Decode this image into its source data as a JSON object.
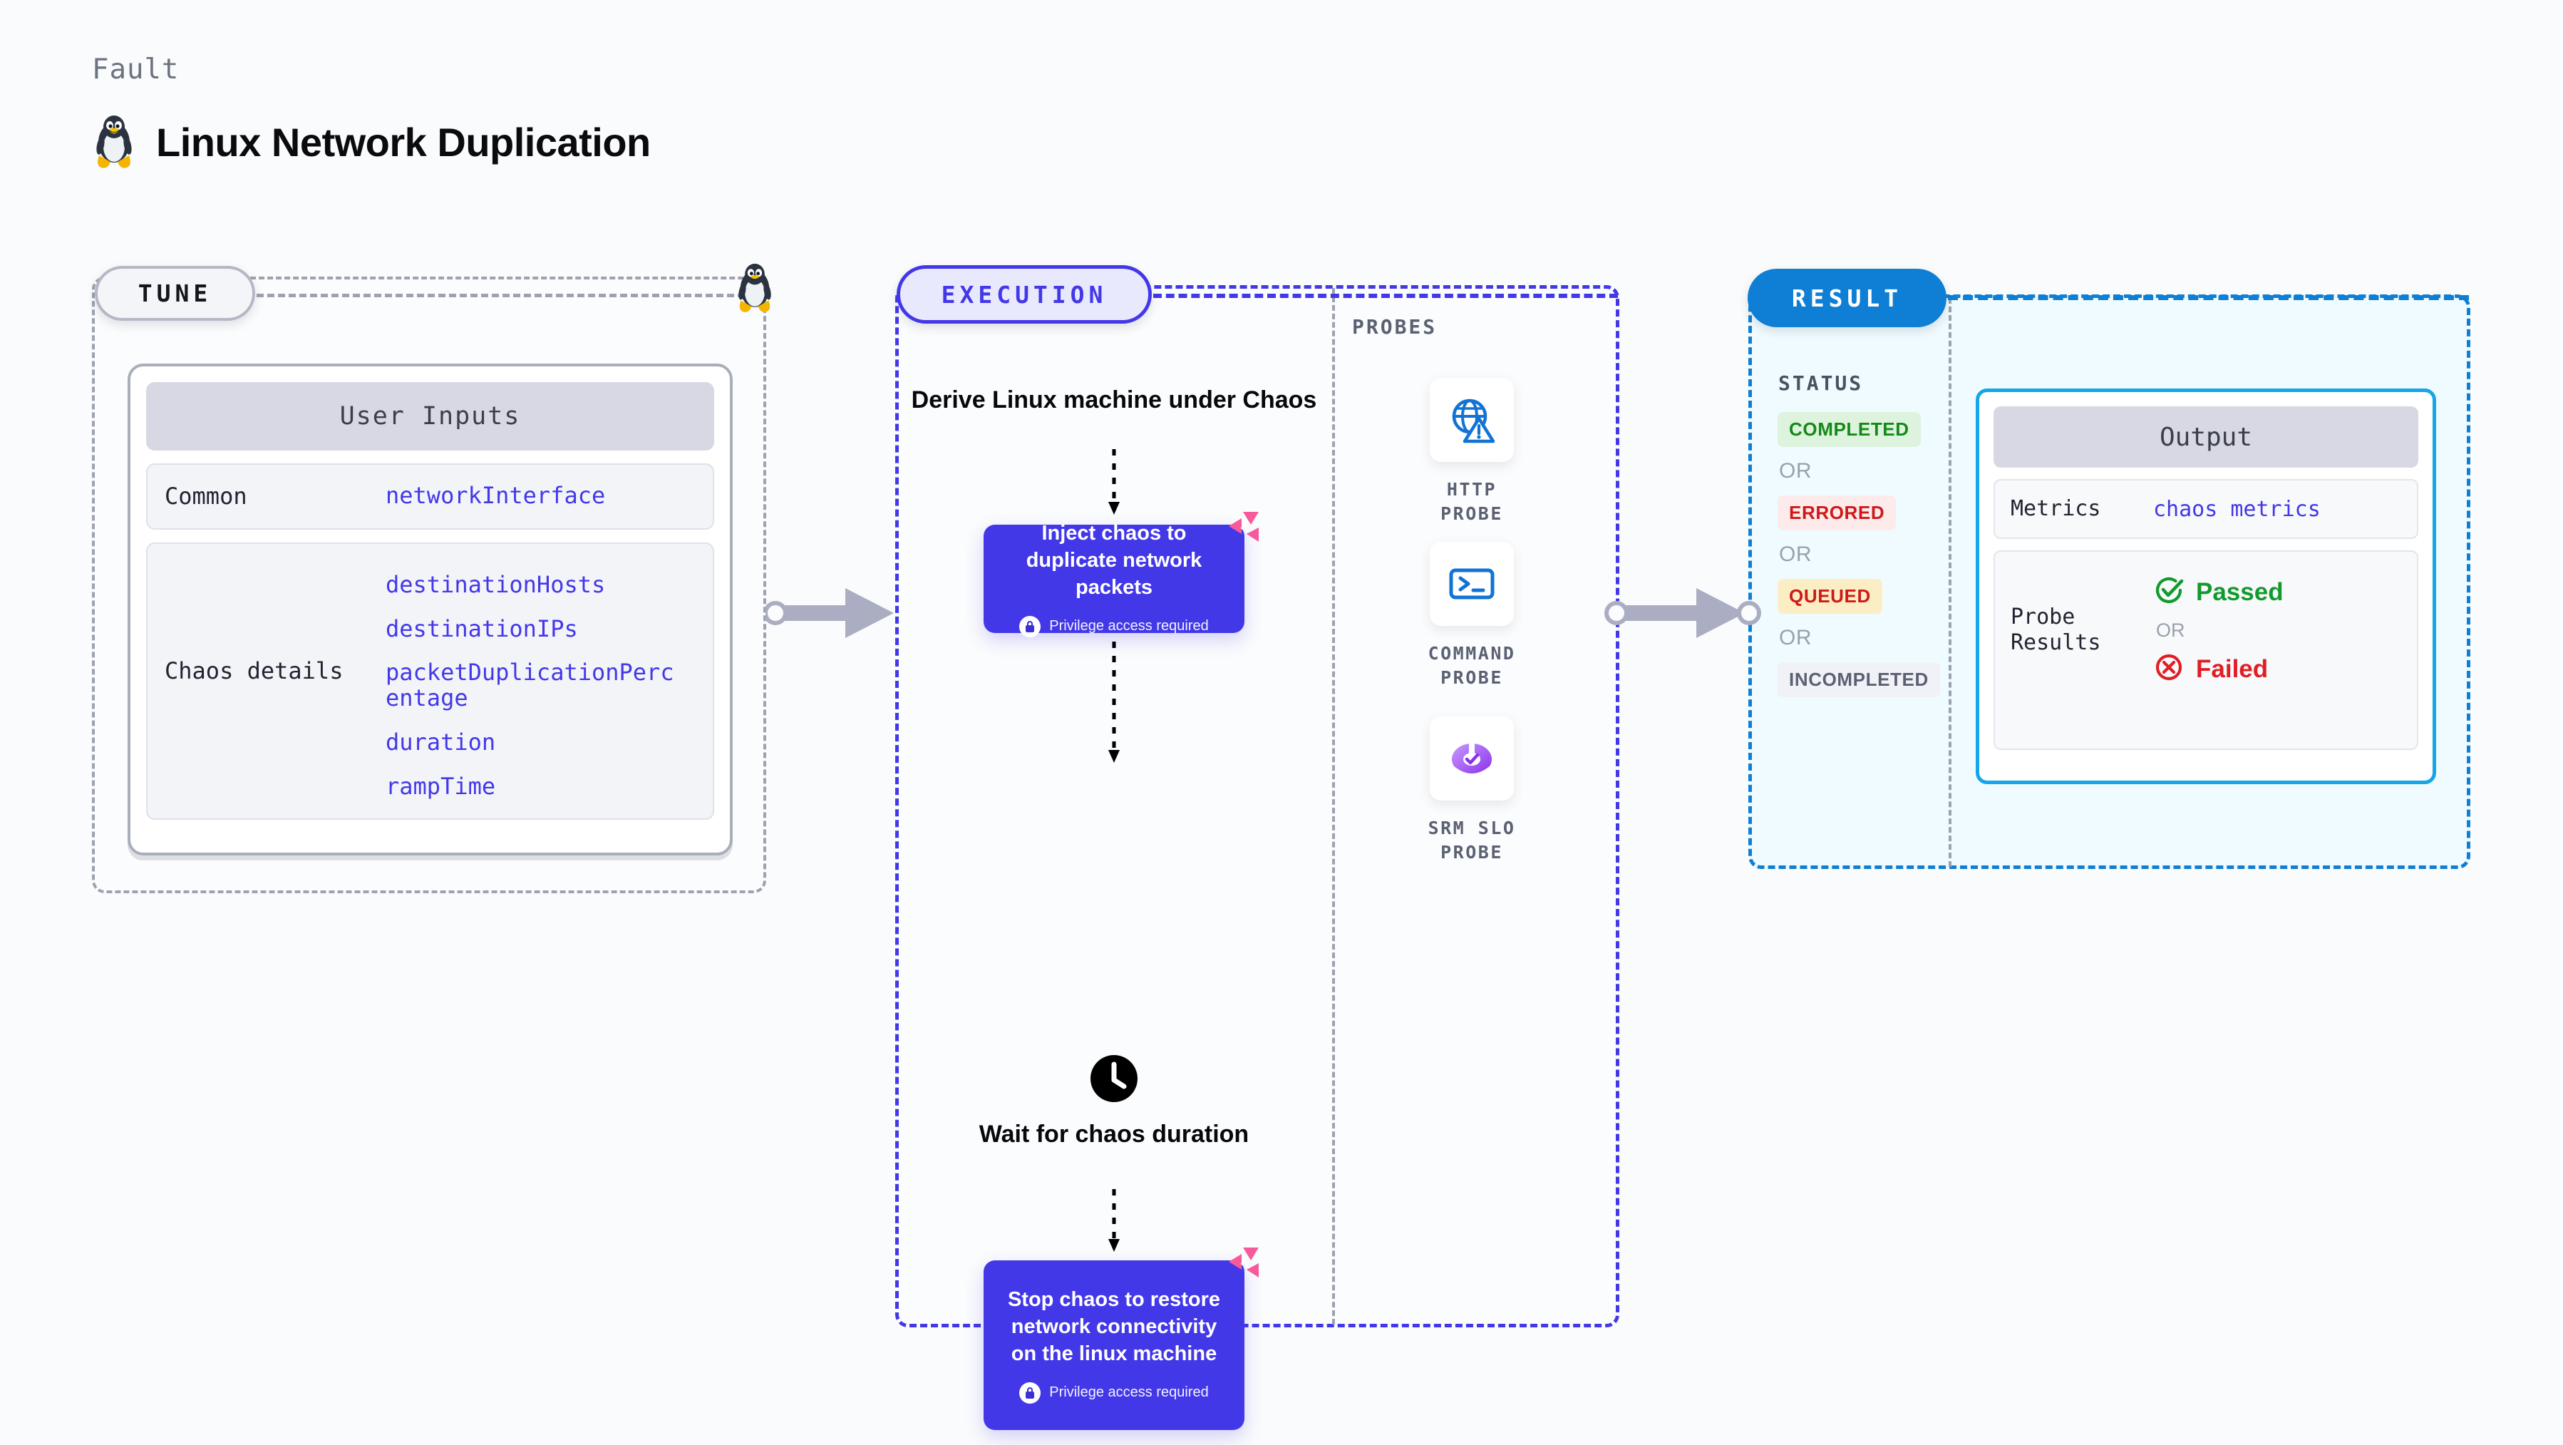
{
  "header": {
    "kicker": "Fault",
    "title": "Linux Network Duplication",
    "icon": "linux-penguin-icon"
  },
  "tune": {
    "badge": "TUNE",
    "card_title": "User Inputs",
    "sections": [
      {
        "label": "Common",
        "values": [
          "networkInterface"
        ]
      },
      {
        "label": "Chaos details",
        "values": [
          "destinationHosts",
          "destinationIPs",
          "packetDuplicationPercentage",
          "duration",
          "rampTime"
        ]
      }
    ]
  },
  "execution": {
    "badge": "EXECUTION",
    "step_title": "Derive Linux machine under Chaos",
    "cards": [
      {
        "title": "Inject chaos to duplicate network packets",
        "privilege": "Privilege access required"
      },
      {
        "title": "Stop chaos to restore network connectivity on the linux machine",
        "privilege": "Privilege access required"
      }
    ],
    "wait_label": "Wait for chaos duration",
    "wait_icon": "clock-icon"
  },
  "probes": {
    "label": "PROBES",
    "items": [
      {
        "name": "HTTP PROBE",
        "icon": "globe-warning-icon"
      },
      {
        "name": "COMMAND PROBE",
        "icon": "terminal-icon"
      },
      {
        "name": "SRM SLO PROBE",
        "icon": "slo-donut-check-icon"
      }
    ]
  },
  "result": {
    "badge": "RESULT",
    "status_label": "STATUS",
    "or_text": "OR",
    "statuses": [
      {
        "text": "COMPLETED",
        "bg": "#ddf3dd",
        "fg": "#138a18"
      },
      {
        "text": "ERRORED",
        "bg": "#fdeaea",
        "fg": "#cf1919"
      },
      {
        "text": "QUEUED",
        "bg": "#fceec4",
        "fg": "#cf1919"
      },
      {
        "text": "INCOMPLETED",
        "bg": "#f1f2f7",
        "fg": "#5b6172"
      }
    ],
    "output": {
      "title": "Output",
      "metrics_label": "Metrics",
      "metrics_value": "chaos metrics",
      "probe_results_label": "Probe Results",
      "passed": "Passed",
      "failed": "Failed",
      "or_text": "OR",
      "passed_icon": "check-circle-icon",
      "failed_icon": "x-circle-icon"
    }
  },
  "colors": {
    "primary_purple": "#4338e8",
    "result_blue": "#0e7fd4",
    "output_border": "#14a6e8",
    "pink_badge": "#f8599b",
    "gray_dash": "#9ca3af",
    "connector_gray": "#abaec2"
  }
}
